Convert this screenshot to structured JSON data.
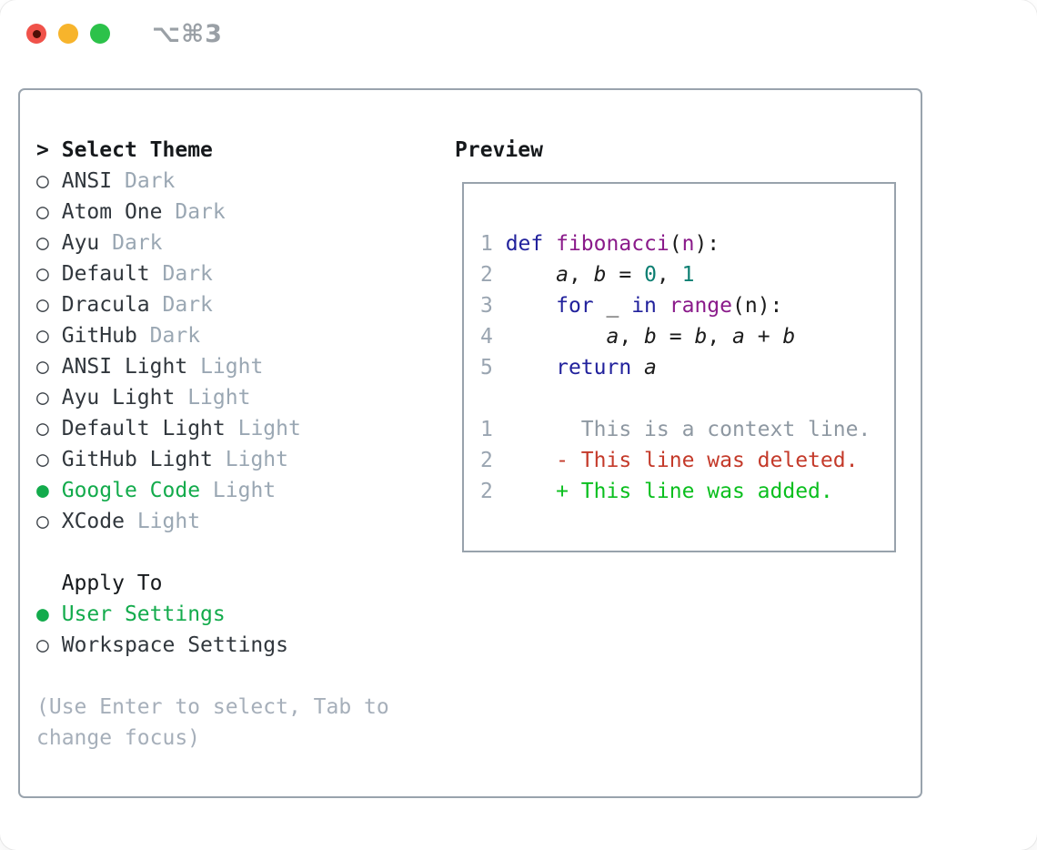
{
  "window": {
    "title": "⌥⌘3"
  },
  "theme_list": {
    "caret": ">",
    "header": "Select Theme",
    "marker_unselected": "○",
    "marker_selected": "●",
    "items": [
      {
        "name": "ANSI",
        "variant": "Dark",
        "selected": false
      },
      {
        "name": "Atom One",
        "variant": "Dark",
        "selected": false
      },
      {
        "name": "Ayu",
        "variant": "Dark",
        "selected": false
      },
      {
        "name": "Default",
        "variant": "Dark",
        "selected": false
      },
      {
        "name": "Dracula",
        "variant": "Dark",
        "selected": false
      },
      {
        "name": "GitHub",
        "variant": "Dark",
        "selected": false
      },
      {
        "name": "ANSI Light",
        "variant": "Light",
        "selected": false
      },
      {
        "name": "Ayu Light",
        "variant": "Light",
        "selected": false
      },
      {
        "name": "Default Light",
        "variant": "Light",
        "selected": false
      },
      {
        "name": "GitHub Light",
        "variant": "Light",
        "selected": false
      },
      {
        "name": "Google Code",
        "variant": "Light",
        "selected": true
      },
      {
        "name": "XCode",
        "variant": "Light",
        "selected": false
      }
    ]
  },
  "apply_to": {
    "header": "Apply To",
    "options": [
      {
        "name": "User Settings",
        "selected": true
      },
      {
        "name": "Workspace Settings",
        "selected": false
      }
    ]
  },
  "help_lines": [
    "(Use Enter to select, Tab to",
    "change focus)"
  ],
  "preview": {
    "header": "Preview",
    "lines": [
      {
        "num": "1",
        "tokens": [
          [
            "kw",
            "def"
          ],
          [
            "pl",
            " "
          ],
          [
            "fn",
            "fibonacci"
          ],
          [
            "pl",
            "("
          ],
          [
            "fn",
            "n"
          ],
          [
            "pl",
            "):"
          ]
        ]
      },
      {
        "num": "2",
        "tokens": [
          [
            "pl",
            "    "
          ],
          [
            "var",
            "a"
          ],
          [
            "pl",
            ", "
          ],
          [
            "var",
            "b"
          ],
          [
            "pl",
            " = "
          ],
          [
            "lit",
            "0"
          ],
          [
            "pl",
            ", "
          ],
          [
            "lit",
            "1"
          ]
        ]
      },
      {
        "num": "3",
        "tokens": [
          [
            "pl",
            "    "
          ],
          [
            "kw",
            "for"
          ],
          [
            "pl",
            " _ "
          ],
          [
            "kw",
            "in"
          ],
          [
            "pl",
            " "
          ],
          [
            "fn",
            "range"
          ],
          [
            "pl",
            "(n):"
          ]
        ]
      },
      {
        "num": "4",
        "tokens": [
          [
            "pl",
            "        "
          ],
          [
            "var",
            "a"
          ],
          [
            "pl",
            ", "
          ],
          [
            "var",
            "b"
          ],
          [
            "pl",
            " = "
          ],
          [
            "var",
            "b"
          ],
          [
            "pl",
            ", "
          ],
          [
            "var",
            "a"
          ],
          [
            "pl",
            " + "
          ],
          [
            "var",
            "b"
          ]
        ]
      },
      {
        "num": "5",
        "tokens": [
          [
            "pl",
            "    "
          ],
          [
            "kw",
            "return"
          ],
          [
            "pl",
            " "
          ],
          [
            "var",
            "a"
          ]
        ]
      },
      {
        "num": "",
        "tokens": []
      },
      {
        "num": "1",
        "tokens": [
          [
            "ctx",
            "      This is a context line."
          ]
        ]
      },
      {
        "num": "2",
        "tokens": [
          [
            "del",
            "    - This line was deleted."
          ]
        ]
      },
      {
        "num": "2",
        "tokens": [
          [
            "add",
            "    + This line was added."
          ]
        ]
      }
    ]
  },
  "colors": {
    "accent_green": "#13ab4c",
    "diff_added_green": "#0abf1e",
    "diff_deleted_red": "#c43a2a",
    "keyword_blue": "#21219c",
    "function_purple": "#8a1a8a",
    "literal_teal": "#0d7f72",
    "muted_gray": "#9aa5b1",
    "border_gray": "#99a3ad",
    "traffic_red": "#f0524a",
    "traffic_yellow": "#f7b42c",
    "traffic_green": "#2cc24a"
  }
}
